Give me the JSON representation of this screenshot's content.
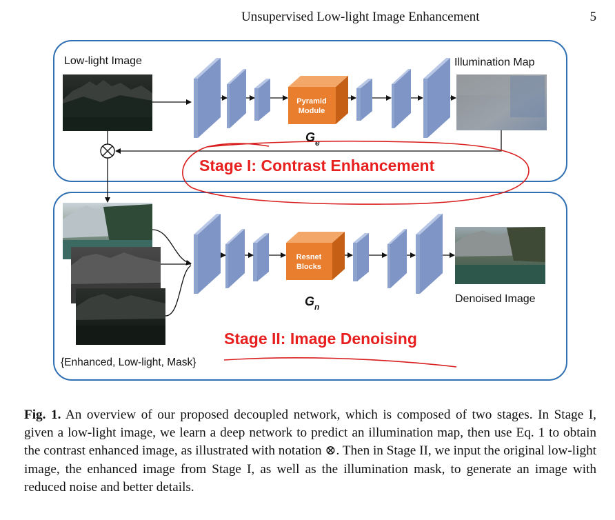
{
  "header": {
    "running_title": "Unsupervised Low-light Image Enhancement",
    "page_number": "5"
  },
  "figure": {
    "stage1": {
      "input_label": "Low-light Image",
      "output_label": "Illumination Map",
      "module_line1": "Pyramid",
      "module_line2": "Module",
      "network_symbol": "G",
      "network_subscript": "e",
      "stage_title": "Stage I: Contrast Enhancement",
      "multiply_symbol": "⊗"
    },
    "stage2": {
      "inputs_label": "{Enhanced, Low-light, Mask}",
      "output_label": "Denoised Image",
      "module_line1": "Resnet",
      "module_line2": "Blocks",
      "network_symbol": "G",
      "network_subscript": "n",
      "stage_title": "Stage II: Image Denoising"
    },
    "colors": {
      "box_border": "#2f6fb3",
      "block_front": "#8fa3cf",
      "block_top": "#b9c7e6",
      "block_side": "#6a80b5",
      "module_front": "#e87e2e",
      "module_top": "#f3a86a",
      "module_side": "#c45f15",
      "stage_title": "#e81f1f",
      "annotation": "#d81e1e"
    }
  },
  "caption": {
    "label": "Fig. 1.",
    "text": "An overview of our proposed decoupled network, which is composed of two stages. In Stage I, given a low-light image, we learn a deep network to predict an illumination map, then use Eq. 1 to obtain the contrast enhanced image, as illustrated with notation ⊗. Then in Stage II, we input the original low-light image, the enhanced image from Stage I, as well as the illumination mask, to generate an image with reduced noise and better details."
  }
}
